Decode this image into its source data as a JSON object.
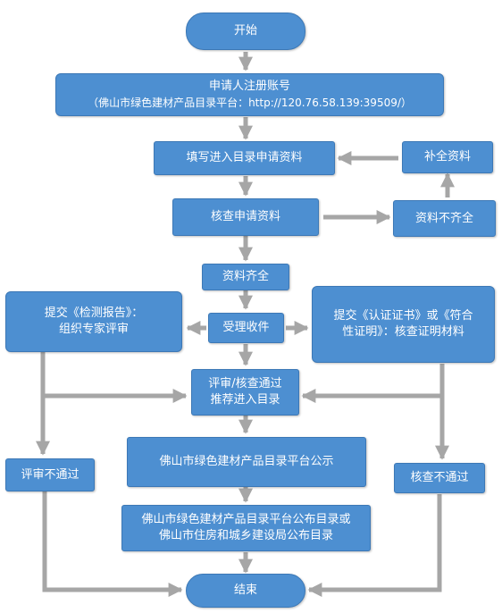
{
  "colors": {
    "node_fill": "#4d8fd1",
    "node_border": "#3c78b6",
    "text": "#ffffff",
    "arrow": "#a6a6a6"
  },
  "nodes": {
    "start": "开始",
    "register_line1": "申请人注册账号",
    "register_line2": "（佛山市绿色建材产品目录平台：http://120.76.58.139:39509/）",
    "fill_form": "填写进入目录申请资料",
    "supplement": "补全资料",
    "check_docs": "核查申请资料",
    "docs_incomplete": "资料不齐全",
    "docs_complete": "资料齐全",
    "accept": "受理收件",
    "left_branch_line1": "提交《检测报告》：",
    "left_branch_line2": "组织专家评审",
    "right_branch_line1": "提交《认证证书》或《符合",
    "right_branch_line2": "性证明》：核查证明材料",
    "pass_line1": "评审/核查通过",
    "pass_line2": "推荐进入目录",
    "review_fail": "评审不通过",
    "check_fail": "核查不通过",
    "publicity": "佛山市绿色建材产品目录平台公示",
    "publish_line1": "佛山市绿色建材产品目录平台公布目录或",
    "publish_line2": "佛山市住房和城乡建设局公布目录",
    "end": "结束"
  }
}
